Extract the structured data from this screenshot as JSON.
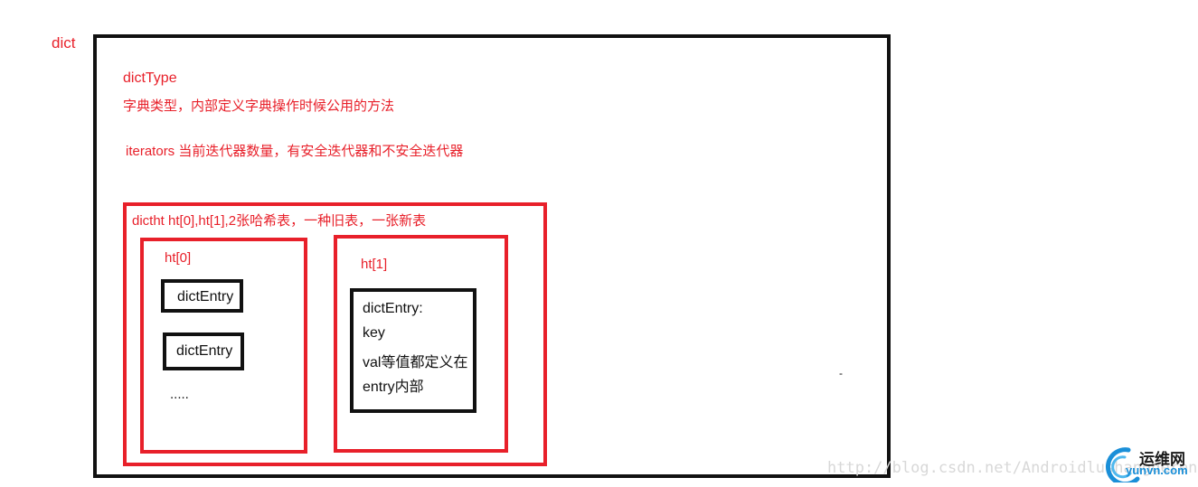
{
  "dict": {
    "label": "dict",
    "dict_type_label": "dictType",
    "dict_type_desc": "字典类型，内部定义字典操作时候公用的方法",
    "iterators_desc": "iterators 当前迭代器数量，有安全迭代器和不安全迭代器"
  },
  "dictht": {
    "label": "dictht ht[0],ht[1],2张哈希表，一种旧表，一张新表",
    "ht0": {
      "label": "ht[0]",
      "entries": [
        "dictEntry",
        "dictEntry"
      ],
      "ellipsis": "....."
    },
    "ht1": {
      "label": "ht[1]",
      "entry_lines": [
        "dictEntry:",
        "key",
        "val等值都定义在",
        "entry内部"
      ]
    }
  },
  "stray_mark": "-",
  "watermark": "http://blog.csdn.net/Androidlushangderen",
  "logo": {
    "name_cn": "运维网",
    "name_en": "yunvn.com"
  },
  "colors": {
    "red": "#e8202a",
    "black": "#111111",
    "logo_blue": "#1a8fd8"
  }
}
